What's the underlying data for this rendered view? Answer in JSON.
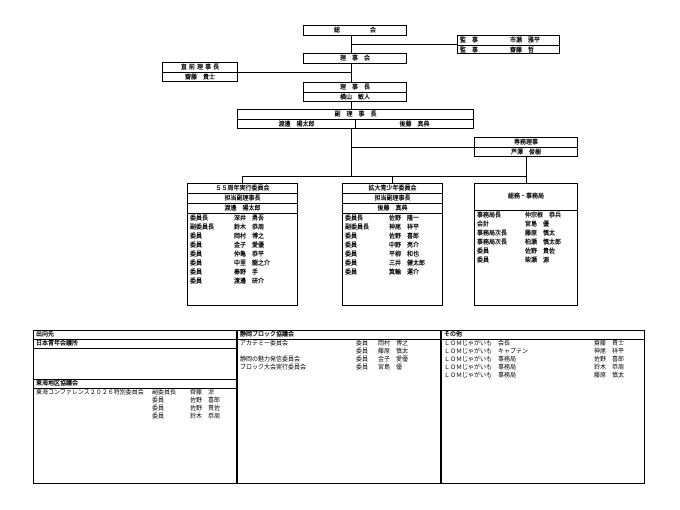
{
  "general": "総　　　　　会",
  "auditors": [
    {
      "role": "監　事",
      "name": "市瀬　雅平"
    },
    {
      "role": "監　事",
      "name": "齋藤　哲"
    }
  ],
  "board": "理　事　会",
  "past_president": {
    "title": "直 前 理 事 長",
    "name": "齋藤　貴士"
  },
  "president": {
    "title": "理　事　長",
    "name": "横山　敏人"
  },
  "vice": {
    "title": "副　理　事　長",
    "names": [
      "渡邊　陽太郎",
      "後藤　真典"
    ]
  },
  "executive": {
    "title": "専務理事",
    "name": "芦澤　俊樹"
  },
  "committees": [
    {
      "title": "５５周年実行委員会",
      "sub": "担当副理事長",
      "head": "渡邊　陽太郎",
      "members": [
        [
          "委員長",
          "深井　勇吾"
        ],
        [
          "副委員長",
          "鈴木　恭周"
        ],
        [
          "委員",
          "岡村　博之"
        ],
        [
          "委員",
          "金子　愛優"
        ],
        [
          "委員",
          "仲亀　恭平"
        ],
        [
          "委員",
          "中里　龍之介"
        ],
        [
          "委員",
          "秦野　手"
        ],
        [
          "委員",
          "渡邊　研介"
        ]
      ]
    },
    {
      "title": "拡大青少年委員会",
      "sub": "担当副理事長",
      "head": "後藤　真典",
      "members": [
        [
          "委員長",
          "佐野　隆一"
        ],
        [
          "副委員長",
          "神尾　祥平"
        ],
        [
          "委員",
          "佐野　喜郎"
        ],
        [
          "委員",
          "中野　亮介"
        ],
        [
          "委員",
          "平柳　和也"
        ],
        [
          "委員",
          "三井　健太郎"
        ],
        [
          "委員",
          "箕輪　運介"
        ]
      ]
    },
    {
      "title": "総務・事務局",
      "members": [
        [
          "事務局長",
          "仲宗根　恭兵"
        ],
        [
          "会計",
          "宮島　優"
        ],
        [
          "事務局次長",
          "藤原　慎太"
        ],
        [
          "事務局次長",
          "柏瀬　慎太郎"
        ],
        [
          "委員",
          "佐野　貴佐"
        ],
        [
          "委員",
          "柴瀬　源"
        ]
      ]
    }
  ],
  "dispatch": {
    "title": "出向先",
    "jc": "日本青年会議所",
    "tokai": "東海地区協議会",
    "tokai_rows": [
      [
        "東海コンファレンス２０２６特別委員会",
        "副委員長",
        "齊藤　涼"
      ],
      [
        "",
        "委員",
        "佐野　喜郎"
      ],
      [
        "",
        "委員",
        "佐野　貴佐"
      ],
      [
        "",
        "委員",
        "鈴木　恭周"
      ]
    ]
  },
  "shizuoka": {
    "title": "静岡ブロック協議会",
    "rows": [
      [
        "アカデミー委員会",
        "委員",
        "岡村　博之"
      ],
      [
        "",
        "委員",
        "藤原　慎太"
      ],
      [
        "静岡の魅力発信委員会",
        "委員",
        "金子　愛優"
      ],
      [
        "ブロック大会実行委員会",
        "委員",
        "宮島　優"
      ]
    ]
  },
  "other": {
    "title": "その他",
    "rows": [
      [
        "ＬＯＭじゃがいも　会長",
        "齋藤　貴士"
      ],
      [
        "ＬＯＭじゃがいも　キャプテン",
        "神尾　祥平"
      ],
      [
        "ＬＯＭじゃがいも　事務局",
        "佐野　喜郎"
      ],
      [
        "ＬＯＭじゃがいも　事務局",
        "鈴木　恭周"
      ],
      [
        "ＬＯＭじゃがいも　事務局",
        "藤原　慎太"
      ]
    ]
  }
}
